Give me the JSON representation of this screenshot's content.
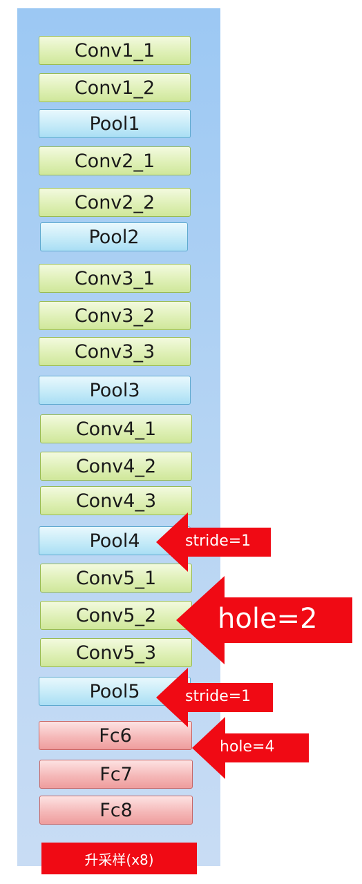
{
  "layers": [
    {
      "label": "Conv1_1",
      "kind": "conv"
    },
    {
      "label": "Conv1_2",
      "kind": "conv"
    },
    {
      "label": "Pool1",
      "kind": "pool"
    },
    {
      "label": "Conv2_1",
      "kind": "conv"
    },
    {
      "label": "Conv2_2",
      "kind": "conv"
    },
    {
      "label": "Pool2",
      "kind": "pool"
    },
    {
      "label": "Conv3_1",
      "kind": "conv"
    },
    {
      "label": "Conv3_2",
      "kind": "conv"
    },
    {
      "label": "Conv3_3",
      "kind": "conv"
    },
    {
      "label": "Pool3",
      "kind": "pool"
    },
    {
      "label": "Conv4_1",
      "kind": "conv"
    },
    {
      "label": "Conv4_2",
      "kind": "conv"
    },
    {
      "label": "Conv4_3",
      "kind": "conv"
    },
    {
      "label": "Pool4",
      "kind": "pool"
    },
    {
      "label": "Conv5_1",
      "kind": "conv"
    },
    {
      "label": "Conv5_2",
      "kind": "conv"
    },
    {
      "label": "Conv5_3",
      "kind": "conv"
    },
    {
      "label": "Pool5",
      "kind": "pool"
    },
    {
      "label": "Fc6",
      "kind": "fc"
    },
    {
      "label": "Fc7",
      "kind": "fc"
    },
    {
      "label": "Fc8",
      "kind": "fc"
    },
    {
      "label": "升采样(x8)",
      "kind": "upsample"
    }
  ],
  "annotations": [
    {
      "label": "stride=1",
      "target": "Pool4"
    },
    {
      "label": "hole=2",
      "target": "Conv5_2"
    },
    {
      "label": "stride=1",
      "target": "Pool5"
    },
    {
      "label": "hole=4",
      "target": "Fc6"
    }
  ],
  "colors": {
    "conv": "#dff0b7",
    "pool": "#c6ebf8",
    "fc": "#f5b9b9",
    "upsample": "#f00a14",
    "arrow": "#f00a14",
    "panel": "#a9cdf3"
  }
}
